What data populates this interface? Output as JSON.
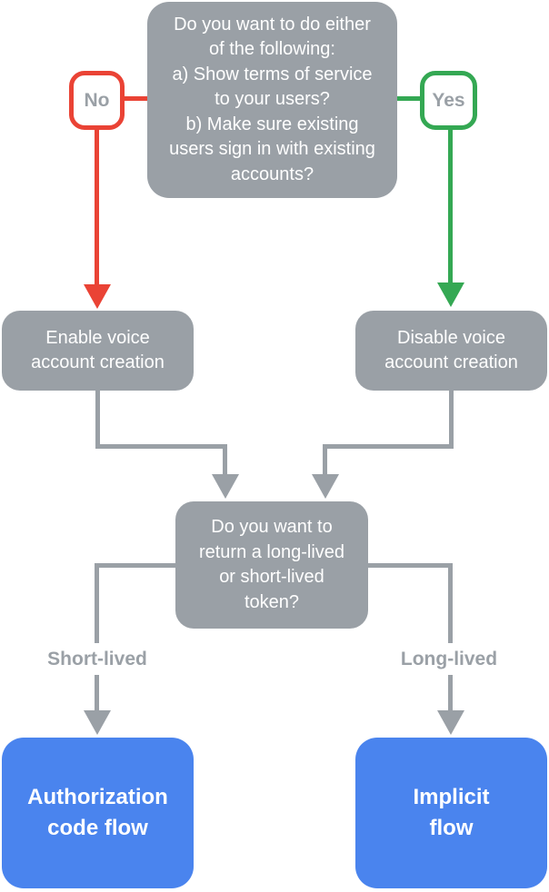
{
  "colors": {
    "node_gray": "#9AA0A6",
    "no_red": "#EA4335",
    "yes_green": "#34A853",
    "result_blue": "#4A84EE",
    "badge_text_gray": "#9AA0A6",
    "white": "#FFFFFF"
  },
  "flowchart": {
    "root_question": {
      "lines": [
        "Do you want to do either",
        "of the following:",
        "a) Show terms of service",
        "to your users?",
        "b) Make sure existing",
        "users sign in with existing",
        "accounts?"
      ]
    },
    "no_branch": {
      "label": "No",
      "result_lines": [
        "Enable voice",
        "account creation"
      ]
    },
    "yes_branch": {
      "label": "Yes",
      "result_lines": [
        "Disable voice",
        "account creation"
      ]
    },
    "token_question": {
      "lines": [
        "Do you want to",
        "return a long-lived",
        "or short-lived",
        "token?"
      ]
    },
    "short_lived_branch": {
      "label": "Short-lived",
      "result_lines": [
        "Authorization",
        "code flow"
      ]
    },
    "long_lived_branch": {
      "label": "Long-lived",
      "result_lines": [
        "Implicit",
        "flow"
      ]
    }
  }
}
